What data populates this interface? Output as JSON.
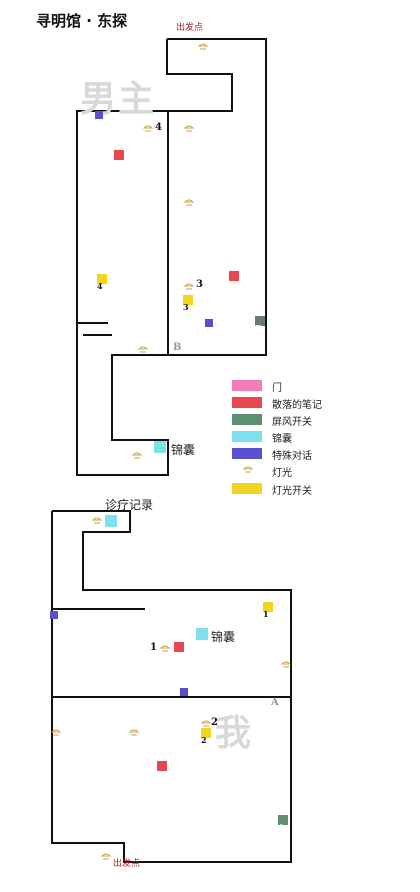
{
  "title": "寻明馆 · 东探",
  "labels": {
    "start_top": "出发点",
    "start_bottom": "出发点",
    "record": "诊疗记录",
    "jinnang_top": "锦囊",
    "jinnang_bottom": "锦囊",
    "watermark_top": "男主",
    "watermark_bottom": "我",
    "num_4a": "4",
    "num_4b": "4",
    "num_3a": "3",
    "num_3b": "3",
    "num_1a": "1",
    "num_1b": "1",
    "num_2a": "2",
    "num_2b": "2",
    "door_B_top": "B",
    "door_B_mid": "B",
    "door_A_mid": "A",
    "door_A_bottom": "A"
  },
  "legend": [
    {
      "label": "门",
      "color": "#f47dbb",
      "icon": "swatch"
    },
    {
      "label": "散落的笔记",
      "color": "#e8474f",
      "icon": "swatch"
    },
    {
      "label": "屏风开关",
      "color": "#5e8f73",
      "icon": "swatch"
    },
    {
      "label": "锦囊",
      "color": "#7ee0ee",
      "icon": "swatch"
    },
    {
      "label": "特殊对话",
      "color": "#5a4fcf",
      "icon": "swatch"
    },
    {
      "label": "灯光",
      "color": "#d4b34a",
      "icon": "lamp-icon"
    },
    {
      "label": "灯光开关",
      "color": "#f2d51e",
      "icon": "swatch"
    }
  ]
}
